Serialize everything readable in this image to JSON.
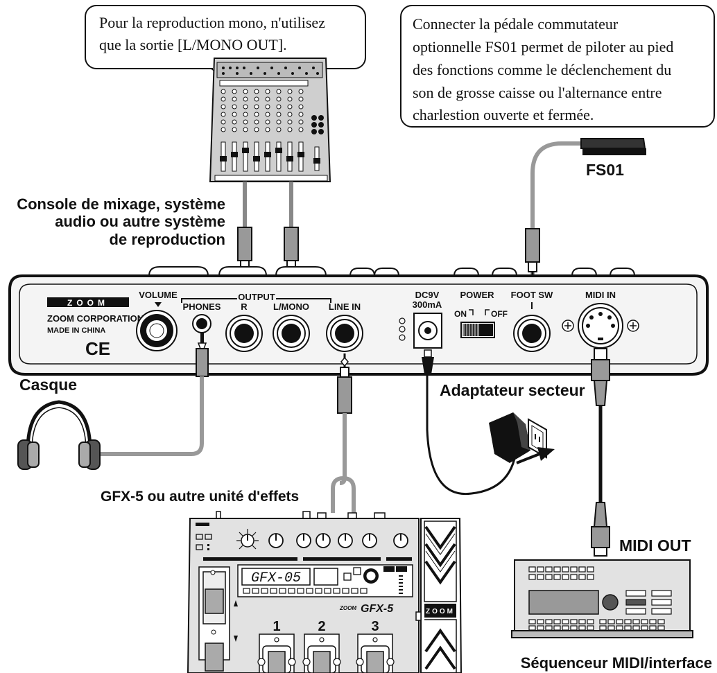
{
  "callouts": {
    "mono": [
      "Pour la reproduction mono, n'utilisez",
      "que la sortie [L/MONO OUT]."
    ],
    "footswitch": [
      "Connecter la pédale commutateur",
      "optionnelle FS01 permet de piloter au pied",
      "des fonctions comme le déclenchement du",
      "son de grosse caisse ou l'alternance entre",
      "charlestion ouverte et fermée."
    ]
  },
  "labels": {
    "mixer": [
      "Console de mixage, système",
      "audio ou autre système",
      "de reproduction"
    ],
    "fs01": "FS01",
    "headphones": "Casque",
    "adapter": "Adaptateur secteur",
    "effects": "GFX-5 ou autre unité d'effets",
    "midi_out": "MIDI OUT",
    "sequencer": "Séquenceur MIDI/interface"
  },
  "panel": {
    "brand_logo": "ZOOM",
    "corp": "ZOOM CORPORATION",
    "made_in": "MADE IN CHINA",
    "ce": "CE",
    "volume": "VOLUME",
    "output": "OUTPUT",
    "phones": "PHONES",
    "r": "R",
    "lmono": "L/MONO",
    "line_in": "LINE IN",
    "dc": "DC9V",
    "ma": "300mA",
    "power": "POWER",
    "on": "ON",
    "off": "OFF",
    "foot_sw": "FOOT SW",
    "midi_in": "MIDI IN"
  },
  "gfx": {
    "brand_logo": "ZOOM",
    "display": "GFX-05",
    "model": "GFX-5",
    "zoom_small": "ZOOM",
    "pedal_numbers": [
      "1",
      "2",
      "3"
    ]
  },
  "colors": {
    "line": "#111111",
    "panel_fill": "#f4f4f4",
    "device_fill": "#e2e2e2",
    "dark": "#2a2a2a"
  }
}
